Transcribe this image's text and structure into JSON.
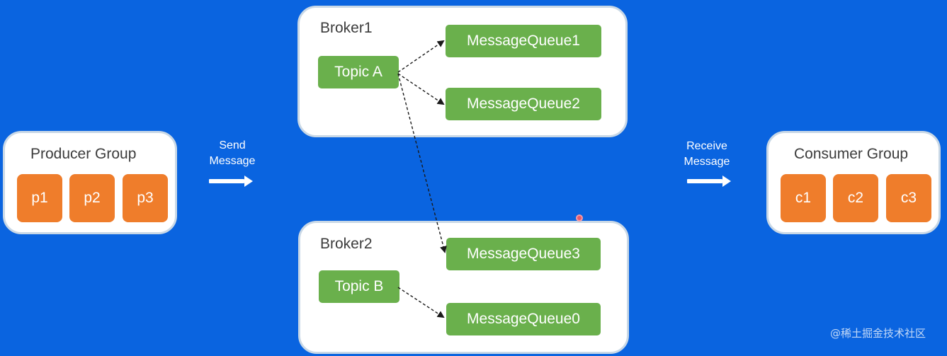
{
  "producer_group": {
    "title": "Producer Group",
    "members": [
      "p1",
      "p2",
      "p3"
    ]
  },
  "send_arrow": {
    "line1": "Send",
    "line2": "Message"
  },
  "broker1": {
    "title": "Broker1",
    "topic": "Topic A",
    "queues": [
      "MessageQueue1",
      "MessageQueue2"
    ]
  },
  "broker2": {
    "title": "Broker2",
    "topic": "Topic B",
    "queues": [
      "MessageQueue3",
      "MessageQueue0"
    ]
  },
  "receive_arrow": {
    "line1": "Receive",
    "line2": "Message"
  },
  "consumer_group": {
    "title": "Consumer Group",
    "members": [
      "c1",
      "c2",
      "c3"
    ]
  },
  "watermark": "@稀土掘金技术社区",
  "colors": {
    "background": "#0a64e0",
    "panel": "#ffffff",
    "member_box": "#ef7d2b",
    "topic_queue_box": "#6ab04c"
  }
}
